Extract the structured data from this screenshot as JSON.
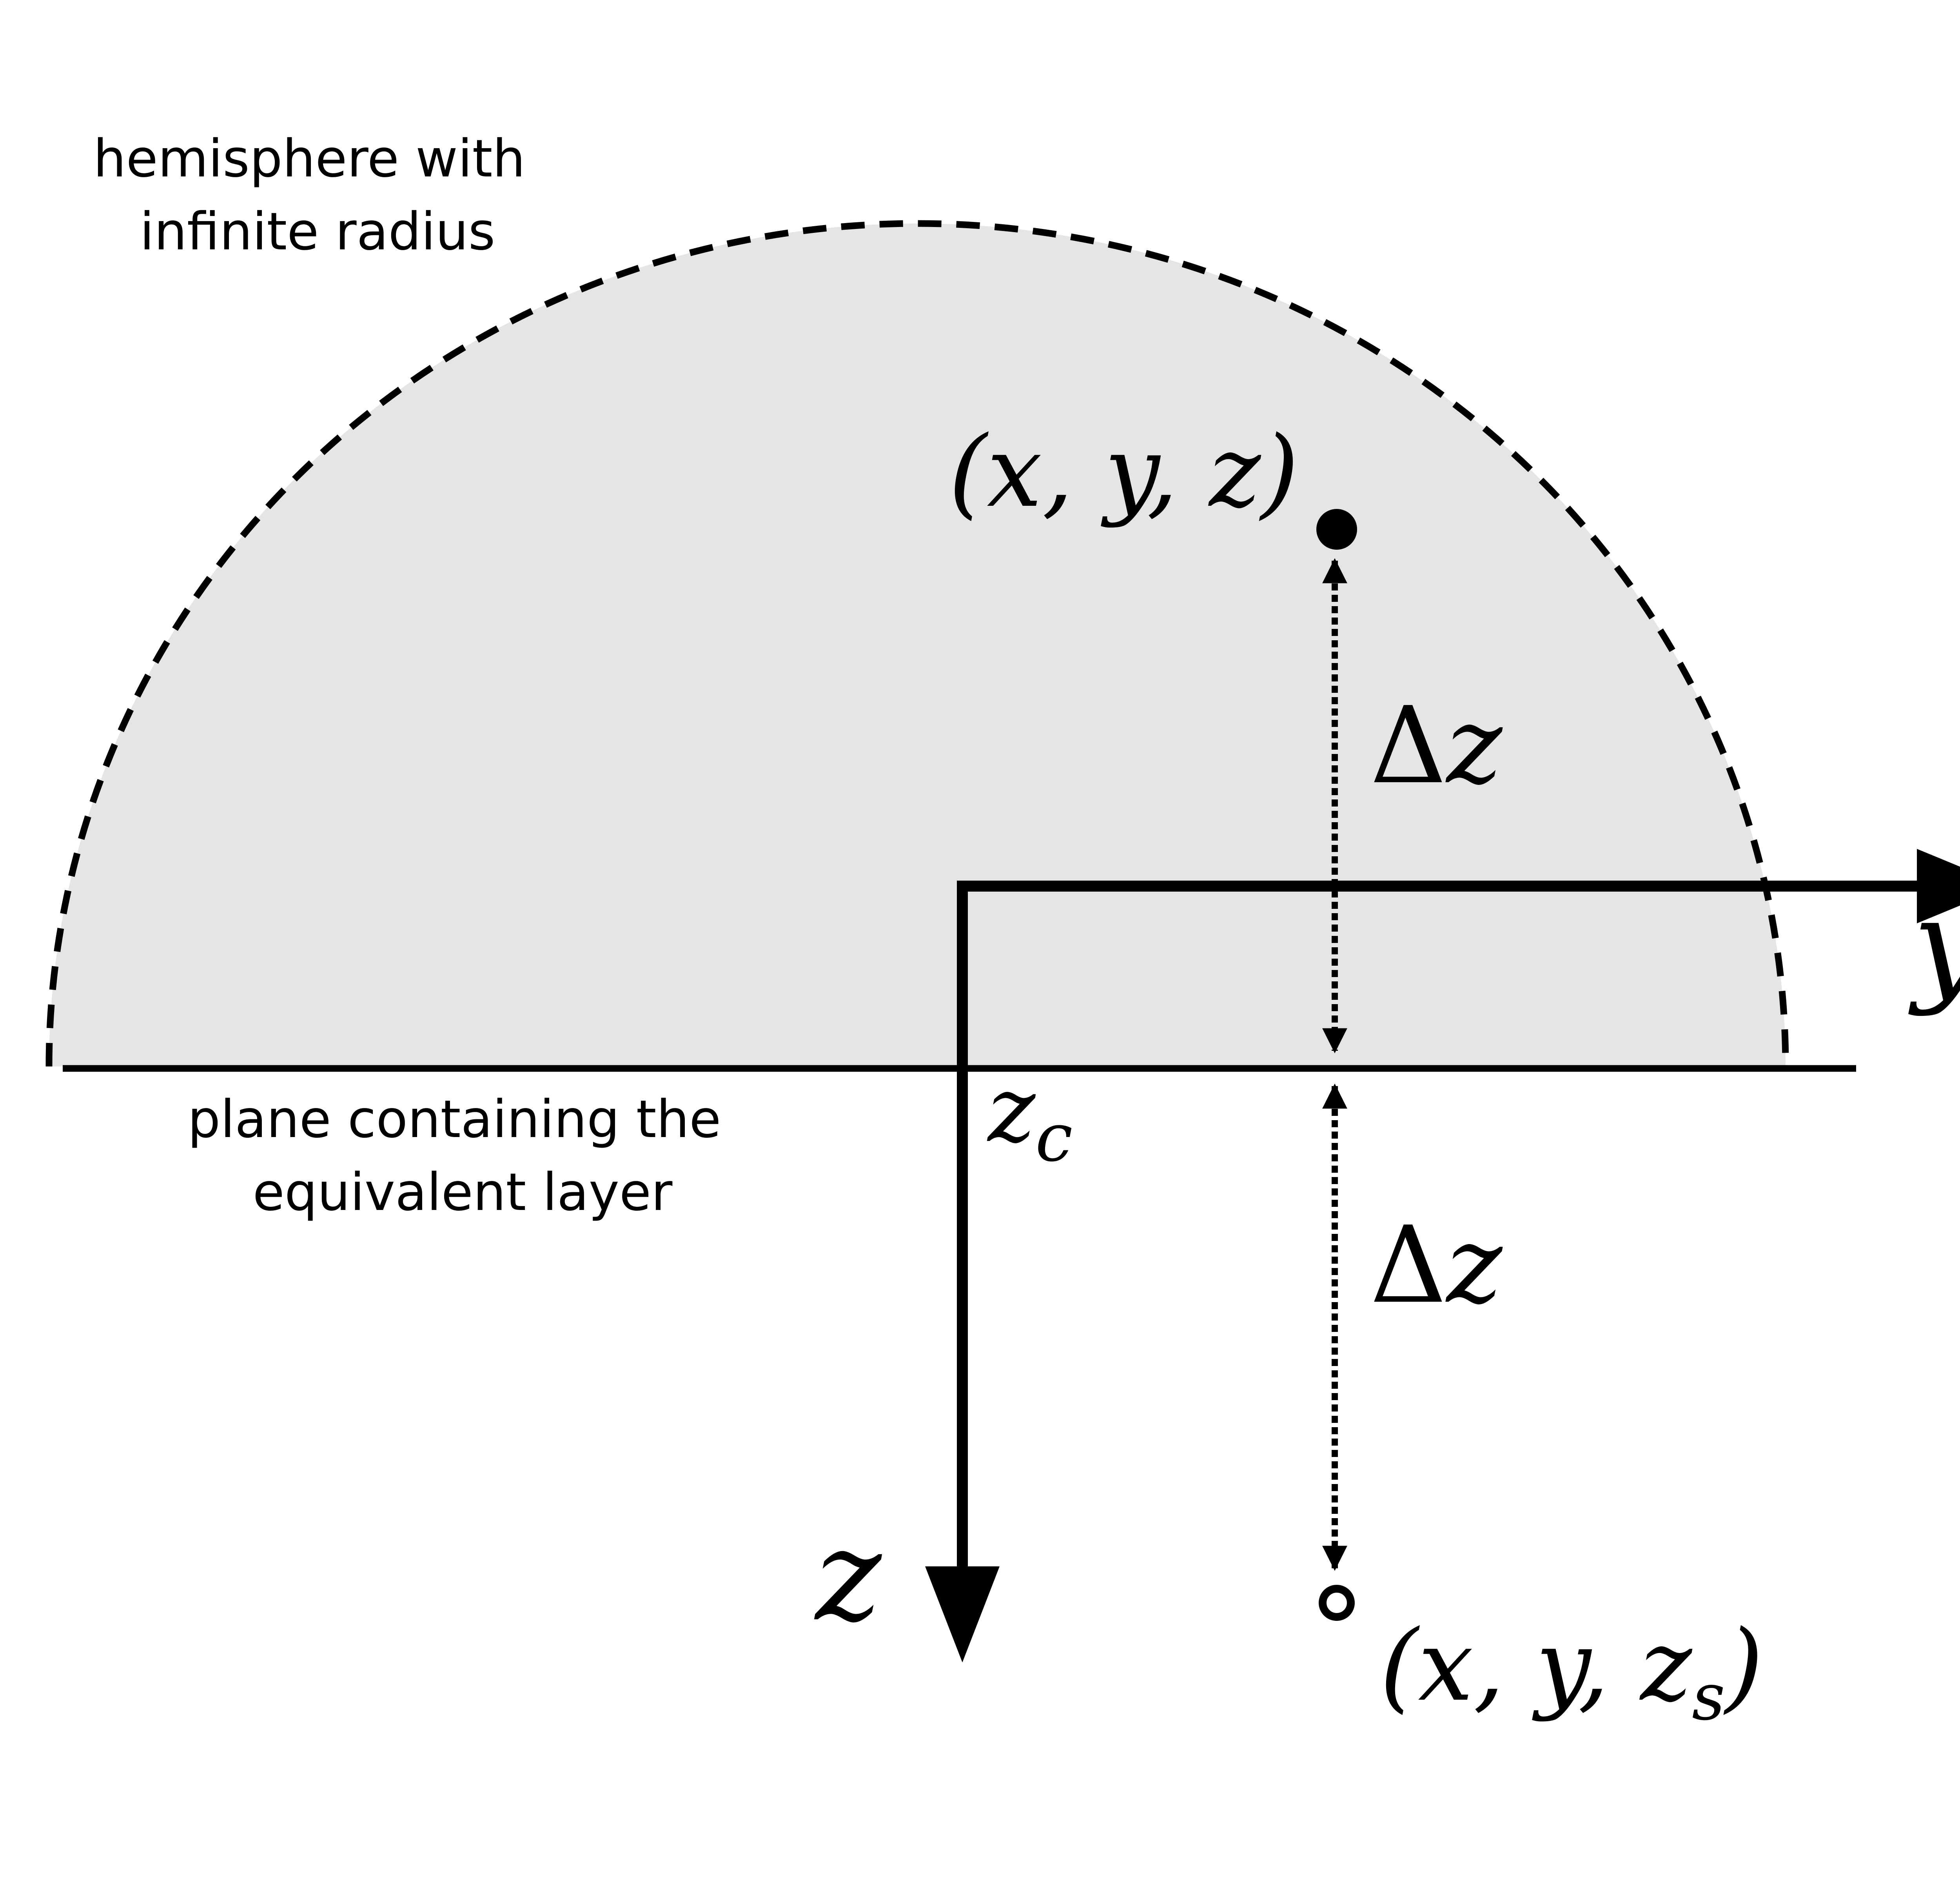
{
  "labels": {
    "hemisphere_line1": "hemisphere with",
    "hemisphere_line2": "infinite radius",
    "plane_line1": "plane containing the",
    "plane_line2": "equivalent layer",
    "point_top": "(x, y, z)",
    "point_bottom_prefix": "(x, y, z",
    "point_bottom_sub": "s",
    "point_bottom_suffix": ")",
    "delta_symbol": "Δ",
    "delta_var": "z",
    "zc_main": "z",
    "zc_sub": "c",
    "axis_y": "y",
    "axis_z": "z"
  },
  "colors": {
    "hemisphere_fill": "#e5e5e5",
    "stroke": "#000000",
    "background": "#ffffff"
  }
}
